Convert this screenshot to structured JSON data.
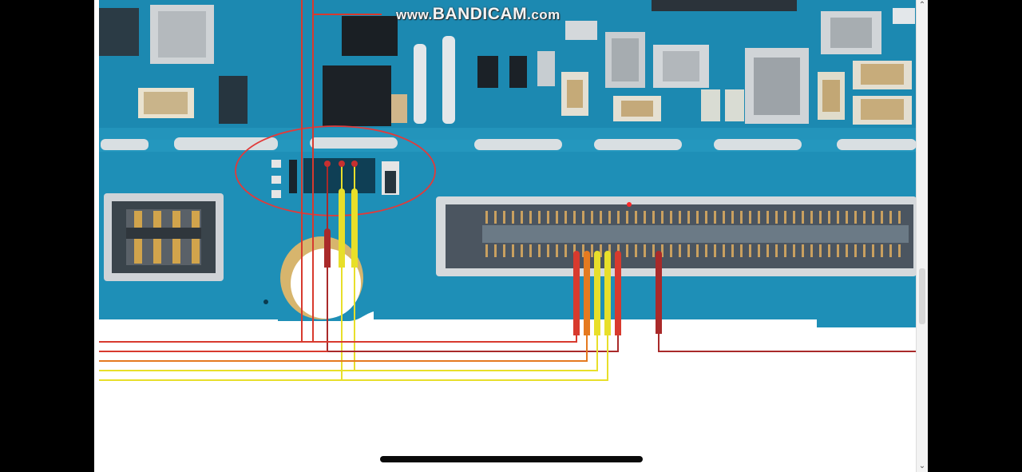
{
  "watermark": {
    "prefix": "www.",
    "brand": "BANDICAM",
    "suffix": ".com"
  },
  "viewer": {
    "background": "#ffffff",
    "board_color": "#1f8fb8",
    "highlight_color": "#e03b3b"
  },
  "trace_colors": {
    "red": "#d83a2e",
    "dark_red": "#a92a2a",
    "orange": "#e57a1f",
    "yellow": "#e8df2a"
  },
  "scrollbar": {
    "up_icon": "chevron-up-icon",
    "down_icon": "chevron-down-icon"
  }
}
